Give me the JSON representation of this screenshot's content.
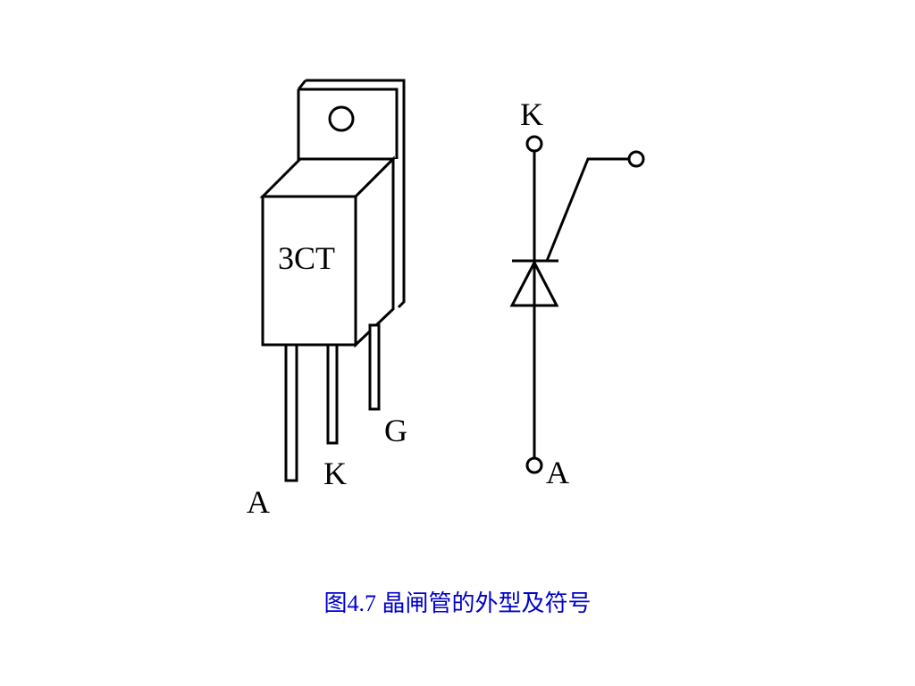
{
  "package": {
    "marking": "3CT",
    "pins": {
      "anode": "A",
      "cathode": "K",
      "gate": "G"
    }
  },
  "symbol": {
    "top_terminal": "K",
    "bottom_terminal": "A"
  },
  "caption": "图4.7 晶闸管的外型及符号",
  "colors": {
    "line": "#000000",
    "caption": "#0000cc",
    "background": "#ffffff"
  }
}
